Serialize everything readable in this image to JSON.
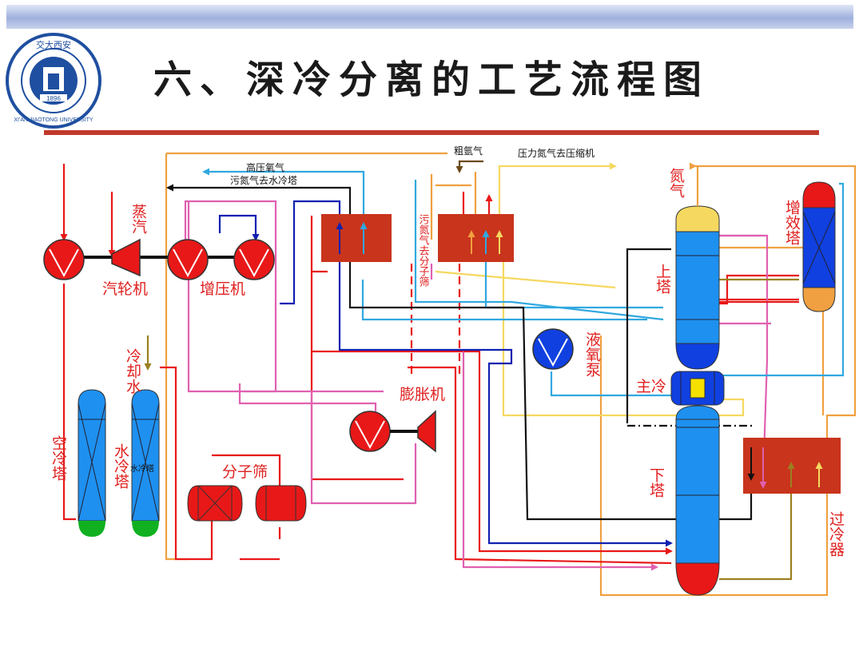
{
  "slide": {
    "title": "六、深冷分离的工艺流程图"
  },
  "logo": {
    "top_text": "交大西安",
    "ring_text": "XI'AN JIAOTONG UNIVERSITY",
    "year": "1896"
  },
  "labels": {
    "steam": "蒸汽",
    "turbine": "汽轮机",
    "booster": "增压机",
    "cooling_water": "冷却水",
    "air_cooling_tower": "空冷塔",
    "water_cooling_tower": "水冷塔",
    "water_cooling_inner": "水冷塔",
    "molecular_sieve": "分子筛",
    "expander": "膨胀机",
    "liquid_oxygen_pump": "液氧泵",
    "upper_column": "上塔",
    "lower_column": "下塔",
    "main_condenser": "主冷",
    "nitrogen": "氮气",
    "booster_tower": "增效塔",
    "subcooler": "过冷器",
    "waste_n2_to_sieve": "污氮气去分子筛",
    "hp_oxygen": "高压氧气",
    "waste_n2_to_water_tower": "污氮气去水冷塔",
    "crude_argon": "粗氩气",
    "pressure_n2_to_compressor": "压力氮气去压缩机"
  },
  "colors": {
    "red": "#e81818",
    "blue": "#1565d8",
    "navy": "#1020b0",
    "pink": "#e060b0",
    "orange": "#f0a040",
    "yellow": "#f5d860",
    "black": "#111111",
    "cyan": "#30a8e0",
    "olive": "#9a8020",
    "brown": "#6b4a1a",
    "hx": "#c8341c",
    "column": "#1e90f0"
  }
}
